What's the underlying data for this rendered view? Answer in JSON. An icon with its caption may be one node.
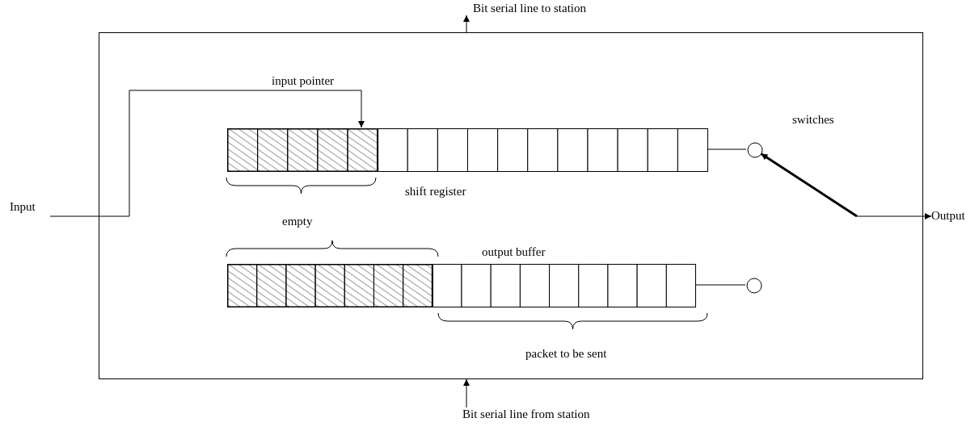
{
  "diagram": {
    "nodes": [
      {
        "text": [],
        "shape": "box"
      },
      {
        "text": [],
        "shape": "bar",
        "in": 0,
        "beside": [
          "shift register"
        ]
      },
      {
        "text": [],
        "shape": "bar",
        "in": 0,
        "beside": [
          "output buffer"
        ]
      },
      {
        "text": [],
        "shape": "circle",
        "in": 0
      },
      {
        "text": [],
        "shape": "circle",
        "in": 0
      },
      {
        "text": [
          "Input"
        ]
      },
      {
        "text": [
          "Output"
        ]
      },
      {
        "text": [
          "Bit serial line to station"
        ]
      },
      {
        "text": [
          "Bit serial line from station"
        ]
      }
    ],
    "edges": [
      {
        "from": 5,
        "to": 1,
        "arrow": "to",
        "label": "input pointer"
      },
      {
        "from": 1,
        "to": 3,
        "arrow": "none"
      },
      {
        "from": 2,
        "to": 4,
        "arrow": "none"
      },
      {
        "from": null,
        "to": 3,
        "arrow": "to",
        "style": "thick",
        "label": "switches"
      },
      {
        "from": null,
        "to": 6,
        "arrow": "to"
      },
      {
        "from": 0,
        "to": 7,
        "arrow": "to"
      },
      {
        "from": 8,
        "to": 0,
        "arrow": "to"
      }
    ],
    "labels": [
      "empty",
      "packet to be sent"
    ]
  }
}
